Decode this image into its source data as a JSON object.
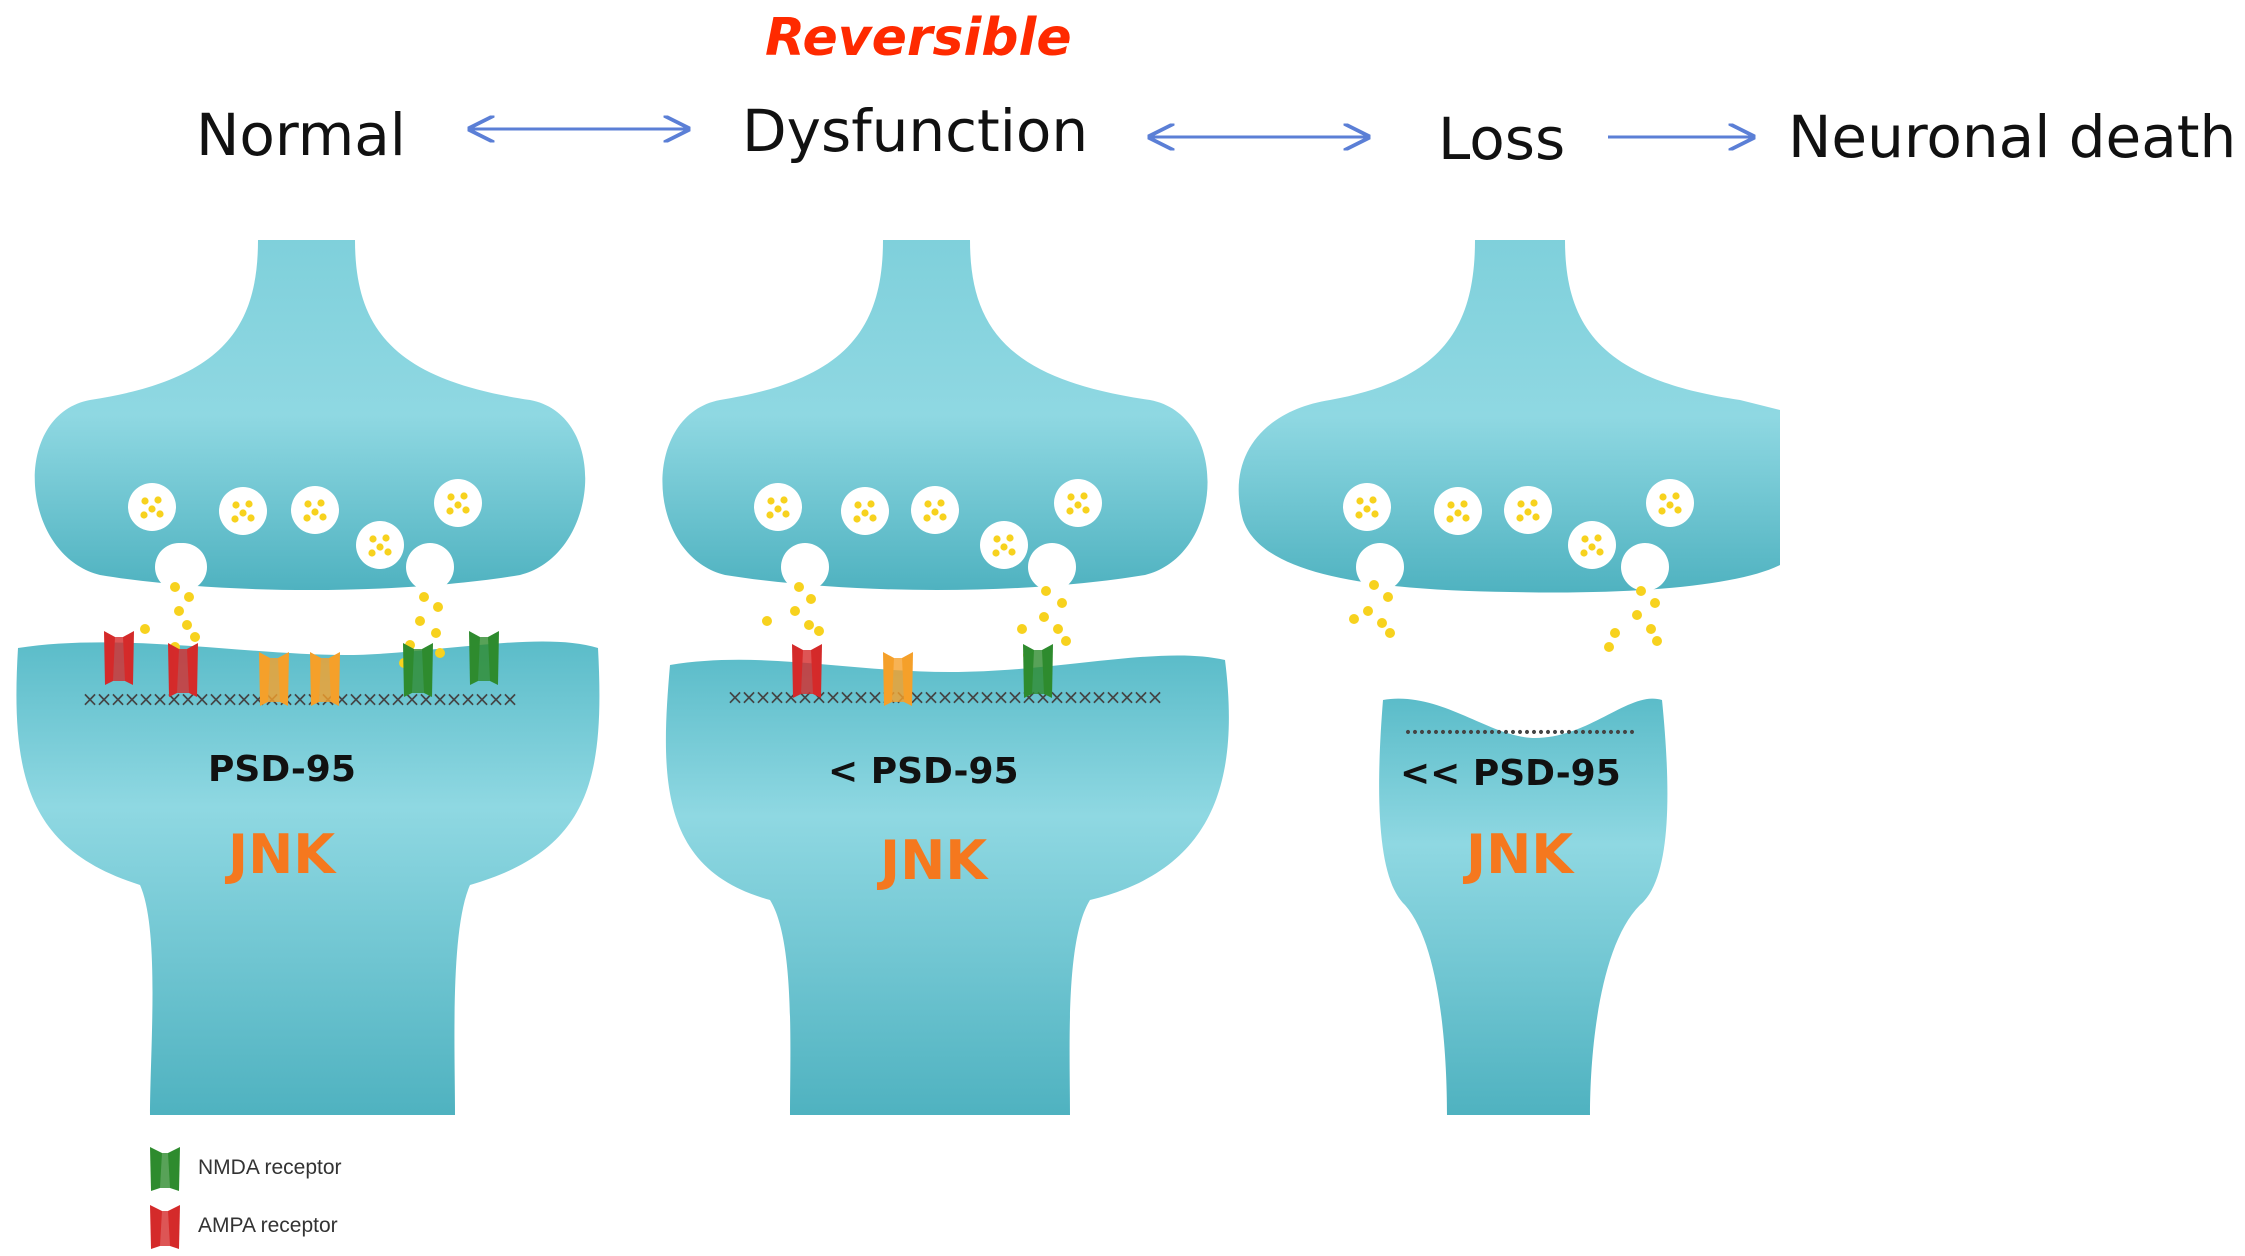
{
  "header": {
    "reversible_label": "Reversible",
    "stages": [
      "Normal",
      "Dysfunction",
      "Loss",
      "Neuronal death"
    ]
  },
  "panels": [
    {
      "psd_label": "PSD-95",
      "kinase_label": "JNK",
      "psd_density": 1.0,
      "receptors": [
        "AMPA",
        "AMPA",
        "other",
        "other",
        "NMDA",
        "NMDA"
      ]
    },
    {
      "psd_label": "< PSD-95",
      "kinase_label": "JNK",
      "psd_density": 0.66,
      "receptors": [
        "AMPA",
        "other",
        "NMDA"
      ]
    },
    {
      "psd_label": "<< PSD-95",
      "kinase_label": "JNK",
      "psd_density": 0.33,
      "receptors": []
    }
  ],
  "legend": {
    "items": [
      {
        "label": "NMDA receptor",
        "color": "#2e8b2e"
      },
      {
        "label": "AMPA receptor",
        "color": "#d42a2a"
      }
    ]
  },
  "colors": {
    "synapse": "#5bbcc9",
    "vesicle_dot": "#f7d21e",
    "arrow": "#5b7fd6",
    "other_receptor": "#f5a02a"
  }
}
